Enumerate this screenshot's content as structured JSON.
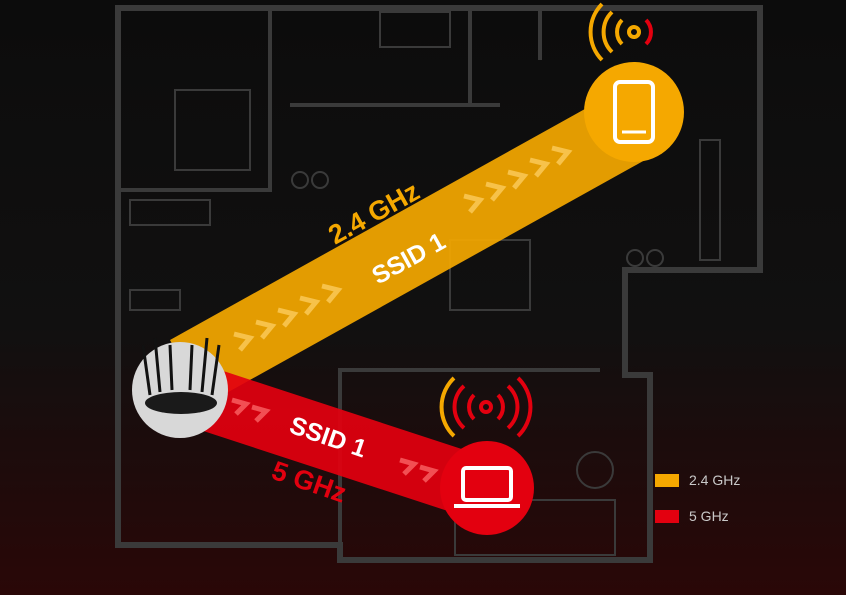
{
  "bands": [
    {
      "frequency": "2.4 GHz",
      "ssid": "SSID 1",
      "color": "#f5a800",
      "device": "smartphone"
    },
    {
      "frequency": "5 GHz",
      "ssid": "SSID 1",
      "color": "#e3000f",
      "device": "laptop"
    }
  ],
  "legend": [
    {
      "label": "2.4 GHz",
      "color": "#f5a800"
    },
    {
      "label": "5 GHz",
      "color": "#e3000f"
    }
  ],
  "icons": {
    "router": "router-icon",
    "phone": "smartphone-icon",
    "laptop": "laptop-icon",
    "signal": "wifi-signal-icon"
  }
}
